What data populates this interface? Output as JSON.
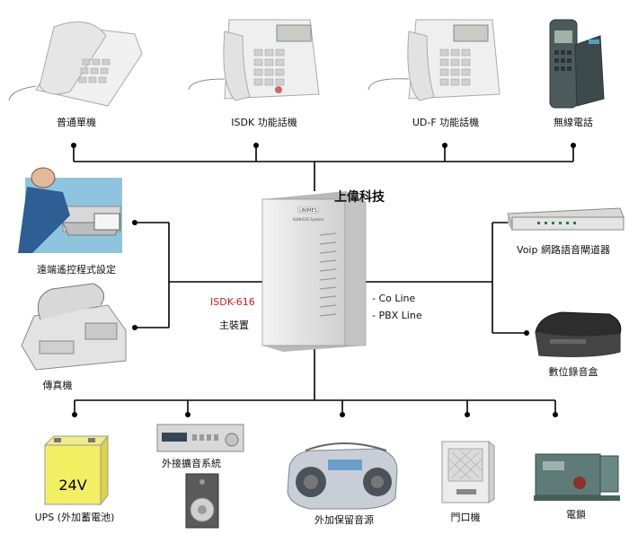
{
  "center": {
    "brand_title": "上偉科技",
    "model": "ISDK-616",
    "model_color": "#d61a1a",
    "unit_label": "主裝置",
    "device_badge": "UNIMES",
    "device_sub": "ISDK-616 System",
    "lines": [
      "-  Co Line",
      "-  PBX Line"
    ]
  },
  "top_devices": [
    {
      "label": "普通單機",
      "icon": "basic-telephone-icon"
    },
    {
      "label": "ISDK 功能話機",
      "icon": "isdk-feature-phone-icon"
    },
    {
      "label": "UD-F 功能話機",
      "icon": "udf-feature-phone-icon"
    },
    {
      "label": "無線電話",
      "icon": "cordless-phone-icon"
    }
  ],
  "left_devices": [
    {
      "label": "遠端遙控程式設定",
      "icon": "remote-programming-computer-icon"
    },
    {
      "label": "傳真機",
      "icon": "fax-machine-icon"
    }
  ],
  "right_devices": [
    {
      "label": "Voip 網路語音閘道器",
      "icon": "voip-gateway-icon"
    },
    {
      "label": "數位錄音盒",
      "icon": "digital-recorder-icon"
    }
  ],
  "bottom_devices": [
    {
      "label": "UPS (外加蓄電池)",
      "icon": "battery-icon",
      "battery_text": "24V"
    },
    {
      "label": "外接擴音系統",
      "icon": "amplifier-speaker-icon"
    },
    {
      "label": "外加保留音源",
      "icon": "boombox-icon"
    },
    {
      "label": "門口機",
      "icon": "door-intercom-icon"
    },
    {
      "label": "電鎖",
      "icon": "electric-lock-icon"
    }
  ],
  "colors": {
    "line": "#000000",
    "device": "#e4e4e4"
  }
}
